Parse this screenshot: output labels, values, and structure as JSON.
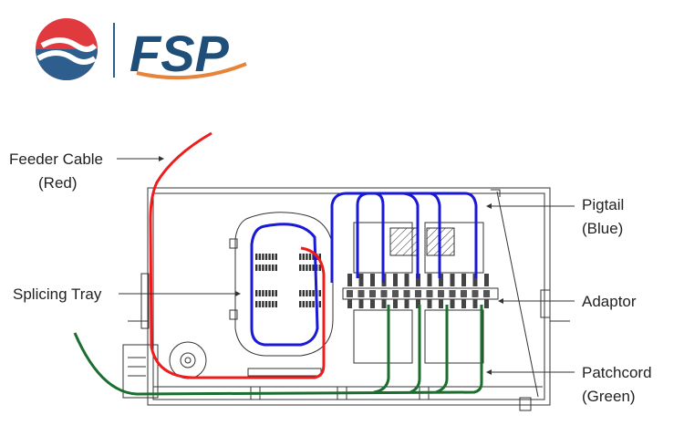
{
  "logo": {
    "text": "FSP",
    "colors": {
      "red": "#e03a3e",
      "blue": "#2e5e8e",
      "orange": "#e8833a",
      "navy": "#1f4e79"
    }
  },
  "labels": {
    "feeder_cable": "Feeder Cable",
    "feeder_cable_color": "(Red)",
    "splicing_tray": "Splicing Tray",
    "pigtail": "Pigtail",
    "pigtail_color": "(Blue)",
    "adaptor": "Adaptor",
    "patchcord": "Patchcord",
    "patchcord_color": "(Green)"
  },
  "line_colors": {
    "feeder": "#ee1c1c",
    "pigtail": "#1a1ad6",
    "patchcord": "#1b6e2e",
    "drawing": "#333333"
  }
}
